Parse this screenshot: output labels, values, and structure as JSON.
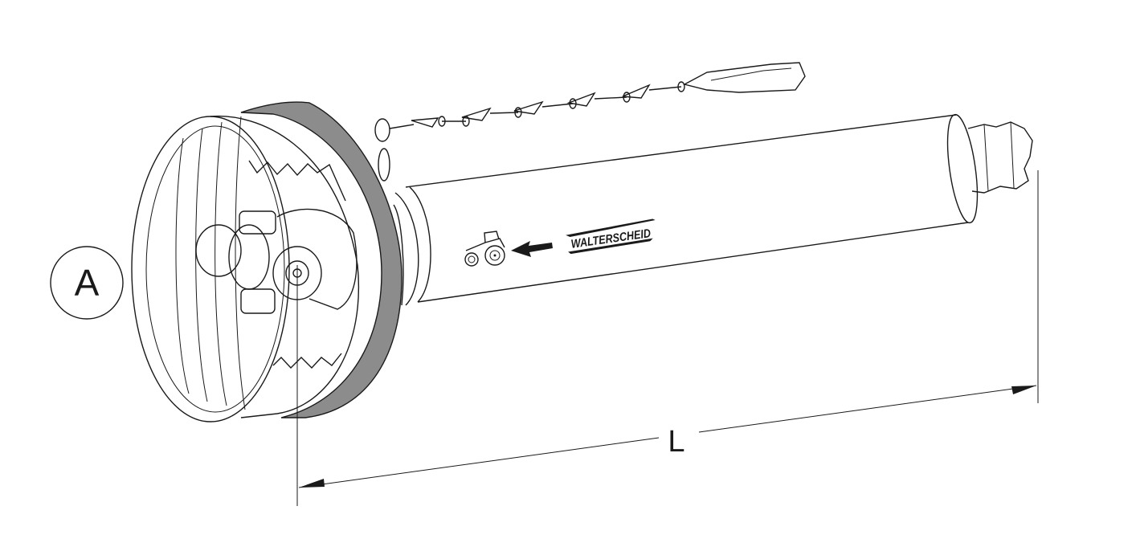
{
  "diagram": {
    "callout_label": "A",
    "dimension_label": "L",
    "brand_logo_text": "WALTERSCHEID",
    "colors": {
      "line": "#1a1a1a",
      "shield_band": "#8c8c8c",
      "background": "#ffffff"
    }
  }
}
